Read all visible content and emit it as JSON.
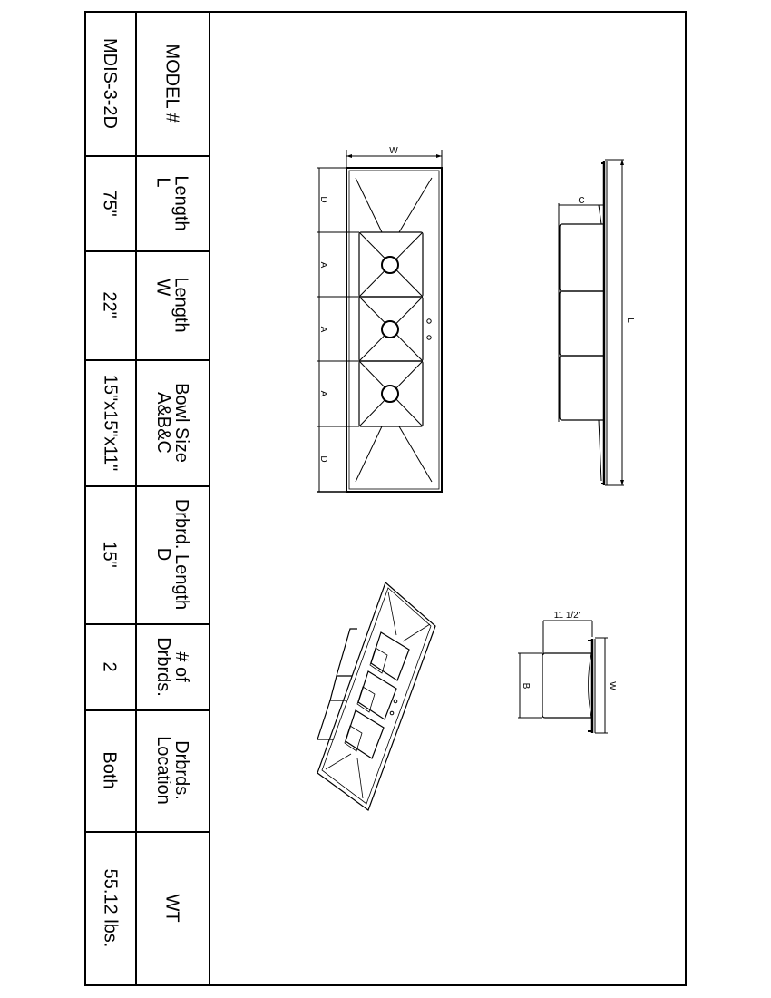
{
  "spec_table": {
    "columns": [
      {
        "header": [
          "MODEL #"
        ],
        "value": "MDIS-3-2D"
      },
      {
        "header": [
          "Length",
          "L"
        ],
        "value": "75\""
      },
      {
        "header": [
          "Length",
          "W"
        ],
        "value": "22\""
      },
      {
        "header": [
          "Bowl Size",
          "A&B&C"
        ],
        "value": "15\"x15\"x11\""
      },
      {
        "header": [
          "Drbrd. Length",
          "D"
        ],
        "value": "15\""
      },
      {
        "header": [
          "# of",
          "Drbrds."
        ],
        "value": "2"
      },
      {
        "header": [
          "Drbrds.",
          "Location"
        ],
        "value": "Both"
      },
      {
        "header": [
          "WT"
        ],
        "value": "55.12 lbs."
      }
    ]
  },
  "drawing": {
    "top_view": {
      "width_label": "W",
      "segment_labels": [
        "D",
        "A",
        "A",
        "A",
        "D"
      ]
    },
    "side_view": {
      "depth_label": "C",
      "length_label": "L"
    },
    "end_view": {
      "depth_label": "11 1/2\"",
      "bowl_label": "B",
      "width_label": "W"
    }
  }
}
